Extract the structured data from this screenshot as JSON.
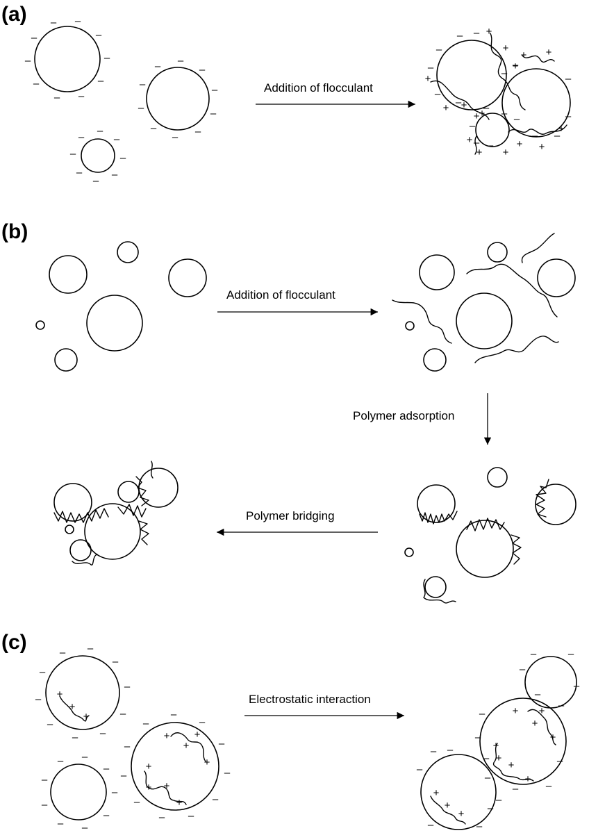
{
  "panels": {
    "a": {
      "label": "(a)",
      "step": "Addition of flocculant"
    },
    "b": {
      "label": "(b)",
      "step1": "Addition of flocculant",
      "step2": "Polymer adsorption",
      "step3": "Polymer bridging"
    },
    "c": {
      "label": "(c)",
      "step": "Electrostatic interaction"
    }
  },
  "symbols": {
    "negative": "–",
    "positive": "+"
  },
  "colors": {
    "ink": "#000000",
    "background": "#ffffff"
  }
}
